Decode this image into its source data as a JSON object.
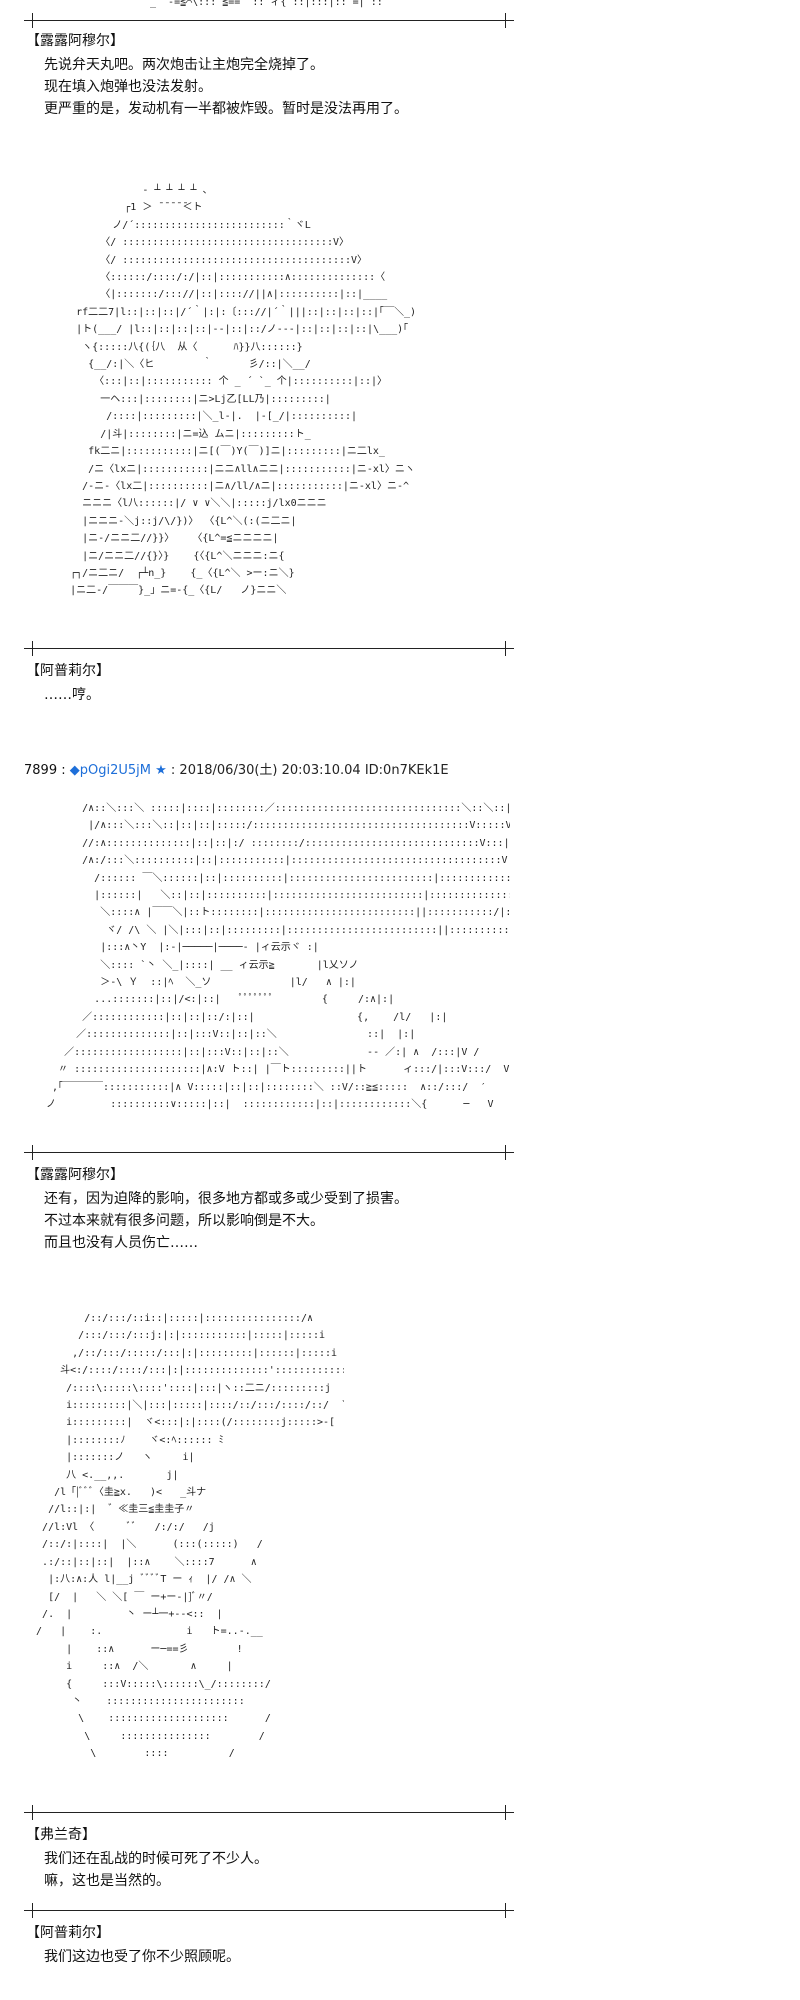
{
  "top_fragment": "_  -=≦⌒\\::: ≦==  :: ィ{ ::|:::|:: =| ::",
  "block1": {
    "speaker": "【露露阿穆尔】",
    "lines": [
      "先说弁天丸吧。两次炮击让主炮完全烧掉了。",
      "现在填入炮弹也没法发射。",
      "更严重的是，发动机有一半都被炸毁。暂时是没法再用了。"
    ]
  },
  "art1": "                 ‐ ┴ ┴ ┴ ┴ 、\n              ┌1 ＞ ̄ ̄ ̄ ̄ ̄＜ト\n            ノ/´:::::::::::::::::::::::::｀ヾL\n          〈/ :::::::::::::::::::::::::::::::::::V〉\n          〈/ ::::::::::::::::::::::::::::::::::::::V〉\n          〈::::::/::::/:/|::|:::::::::::∧::::::::::::::〈\n          〈|:::::::/::://|::|:::://||∧|::::::::::|::|____\n      rf二二7|l::|::|::|/´｀|:|:〔::://|´｀|||::|::|::|::|｢￣＼_)\n      |ト(___/ |l::|::|::|::|--|::|::/ノ---|::|::|::|::|\\___)｢\n       ヽ{:::::八{(｛八  从〈      ﾊ}}八::::::}\n        {__/:|＼〈ヒ        ｀      彡/::|＼__/\n         〈:::|::|::::::::::: 个 _ ´ `_ 个|::::::::::|::|〉\n          一ヘ:::|::::::::|ニ>Lj乙[LL乃|:::::::::|\n           /::::|:::::::::|＼_l-|.  |-[_/|::::::::::|\n          /|斗|::::::::|ニ=込 ムニ|:::::::::ト_\n        fk二ニ|:::::::::::|ニ[(￣)Y(￣)]ニ|:::::::::|ニ二lx_\n        /ニ〈lxニ|:::::::::::|ニニ∧ll∧ニニ|:::::::::::|ニ-xl〉ニヽ\n       /-ニ-〈lx二|::::::::::|ニ∧/ll/∧ニ|:::::::::::|ニ-xl〉ニ-^\n       ニニニ〈l八::::::|/ ∨ ∨＼＼|:::::j/lx0ニニニ\n       |ニニニ-＼j::j/\\/})〉 〈{L^＼(:(ニ二ニ|\n       |ニ-/ニニ二//}}〉   〈{L^=≦ニニニニ|\n       |ニ/ニニ二//{}〉}    {〈{L^＼ニニニ:ニ{\n     ┌┐/ニ二ニ/  ┌┴n_}    {_〈{L^＼ >ー:ニ＼}\n     |ニ二-/￣￣￣}_」ニ=-{_〈{L/   ノ}ニニ＼",
  "block2": {
    "speaker": "【阿普莉尔】",
    "lines": [
      "……哼。"
    ]
  },
  "post_header": {
    "number": "7899 :",
    "diamond": "◆",
    "trip": "pOgi2U5jM",
    "star": "★",
    "meta": ": 2018/06/30(土) 20:03:10.04 ID:0n7KEk1E"
  },
  "art2": "       /∧::＼:::＼ :::::|::::|::::::::／:::::::::::::::::::::::::::::::＼::＼::|\n        |/∧:::＼:::＼::|::|::|:::::/::::::::::::::::::::::::::::::::::::V:::::V\n       //:∧::::::::::::::|::|::|:/ ::::::::/:::::::::::::::::::::::::::::V:::|\n       /∧:/:::＼::::::::::|::|:::::::::::|:::::::::::::::::::::::::::::::::::V|\n         /:::::: ￣＼::::::|::|::::::::::|::::::::::::::::::::::::|::::::::::::::::)!\n         |::::::|   ＼::|::|::::::::::|:::::::::::::::::::::::::|::::::::::::::::/\n          ＼::::∧ |￣￣＼|::ト::::::::|:::::::::::::::::::::::::||:::::::::::/|:|\n           ヾ/ /\\ ＼ |＼|:::|::|:::::::::|:::::::::::::::::::::::::||::::::::::|::|\n          |:::∧丶Y  |:-|─────|────- |ィ云示ヾ :|\n          ＼:::: `丶 ＼_|::::| __ ィ云示≧       |l乂ソノ\n          ＞-\\ Ｙ  ::|ﾍ  ＼_ソ             |l/   ∧ |:|\n         ...:::::::|::|/<:|::|   ﾟﾟﾟﾟﾟﾟﾟ        {     /:∧|:|\n       ／::::::::::::|::|::|::/:|::|                 {,    /l/   |:|\n      ／::::::::::::::|::|:::V::|::|::＼               ::|  |:|\n    ／::::::::::::::::::|::|:::V::|::|::＼             -‐ ／:| ∧  /:::|V /\n   〃 :::::::::::::::::::::|∧:V ト::| |￣ト:::::::::||ト      ィ:::/|:::V:::/  V\n  ,｢￣￣￣￣:::::::::::|∧ V:::::|::|::|::::::::＼ ::V/::≧≦:::::  ∧::/:::/  ′\n ノ         ::::::::::∨:::::|::|  ::::::::::::|::|::::::::::::＼{      ─   V",
  "block3": {
    "speaker": "【露露阿穆尔】",
    "lines": [
      "还有，因为迫降的影响，很多地方都或多或少受到了损害。",
      "不过本来就有很多问题，所以影响倒是不大。",
      "而且也没有人员伤亡……"
    ]
  },
  "art3": "          /::/:::/::i::|:::::|::::::::::::::::/∧\n         /:::/:::/:::j:|:|:::::::::::|:::::|:::::i\n        ,/::/:::/:::::/:::|:|:::::::::|::::::|:::::i\n      斗<:/::::/::::/:::|:|::::::::::::::'::::::::::::j\n       /::::\\:::::\\::::'::::|:::|ヽ::二ニ/:::::::::j\n       i:::::::::|＼|:::|:::::|::::/::/:::/::::/::/  `\n       i:::::::::|  ヾ<:::|:|::::(/::::::::j:::::>-[\n       |::::::::ﾉ    ヾ<:ﾍ:::::: ﾐ\n       |:::::::ノ   ヽ     i|\n       八 <.__,,.       j|\n     /l「|ﾞﾞﾞ〈圭≧x.   )<   _斗ナ\n    //l::|:|  ゛≪圭三≦圭圭子〃\n   //l:Vl 〈      ﾞﾞ   /:/:/   /j\n   /::/:|::::|  |＼      (:::(:::::)   /\n   .:/::|::|::|  |::∧    ＼::::7      ∧\n    |:八:∧:人 l|__j ﾞﾞﾞﾞT ー ｨ  |/ /∧ ＼\n    [/  |   ＼ ＼[ ￣ ー+ー-|]ﾞ〃/\n   /.  |         丶 ー┴一+--<::  |\n  /   |    :.              i   ト=..-.__\n       |    ::∧      ー─==彡        !\n       i     ::∧  /＼       ∧     |\n       {     :::V:::::\\::::::\\_/::::::::/\n        丶    :::::::::::::::::::::::\n         \\    ::::::::::::::::::::      /\n          \\     :::::::::::::::        /\n           \\        ::::          /",
  "block4": {
    "speaker": "【弗兰奇】",
    "lines": [
      "我们还在乱战的时候可死了不少人。",
      "嘛，这也是当然的。"
    ]
  },
  "block5": {
    "speaker": "【阿普莉尔】",
    "lines": [
      "我们这边也受了你不少照顾呢。"
    ]
  }
}
